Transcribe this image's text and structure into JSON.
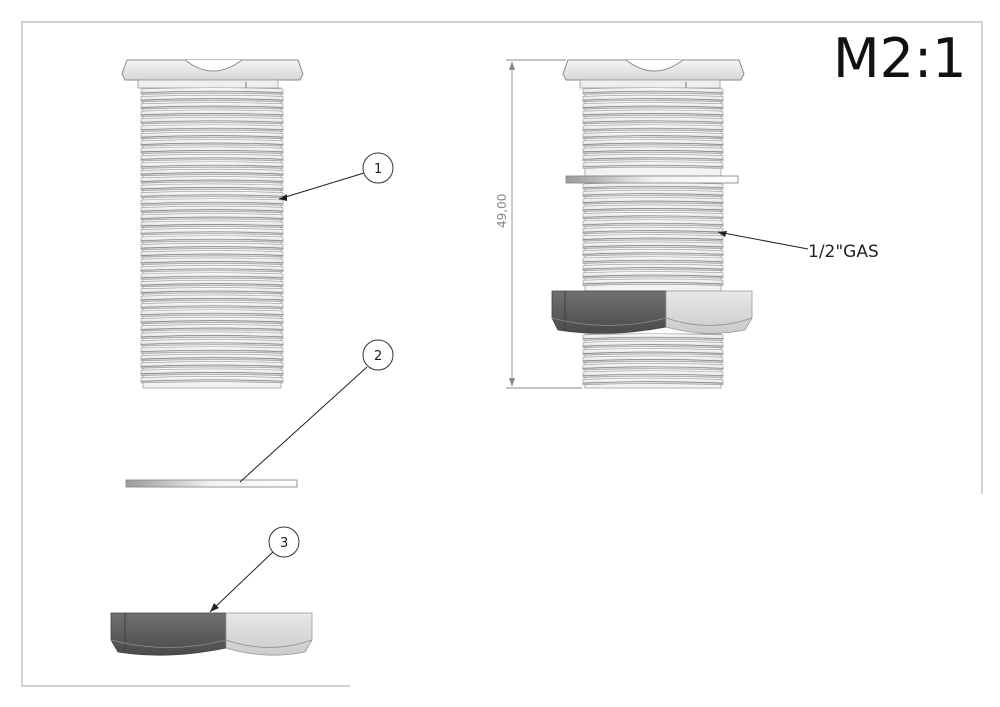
{
  "scale": "M2:1",
  "dimension": "49,00",
  "thread_label": "1/2\"GAS",
  "callouts": [
    "1",
    "2",
    "3"
  ],
  "colors": {
    "line": "#9a9a9a",
    "thread_light": "#f4f4f4",
    "thread_dark": "#c8c8c8",
    "nut_dark": "#5f5f5f",
    "nut_light": "#d8dadc"
  }
}
